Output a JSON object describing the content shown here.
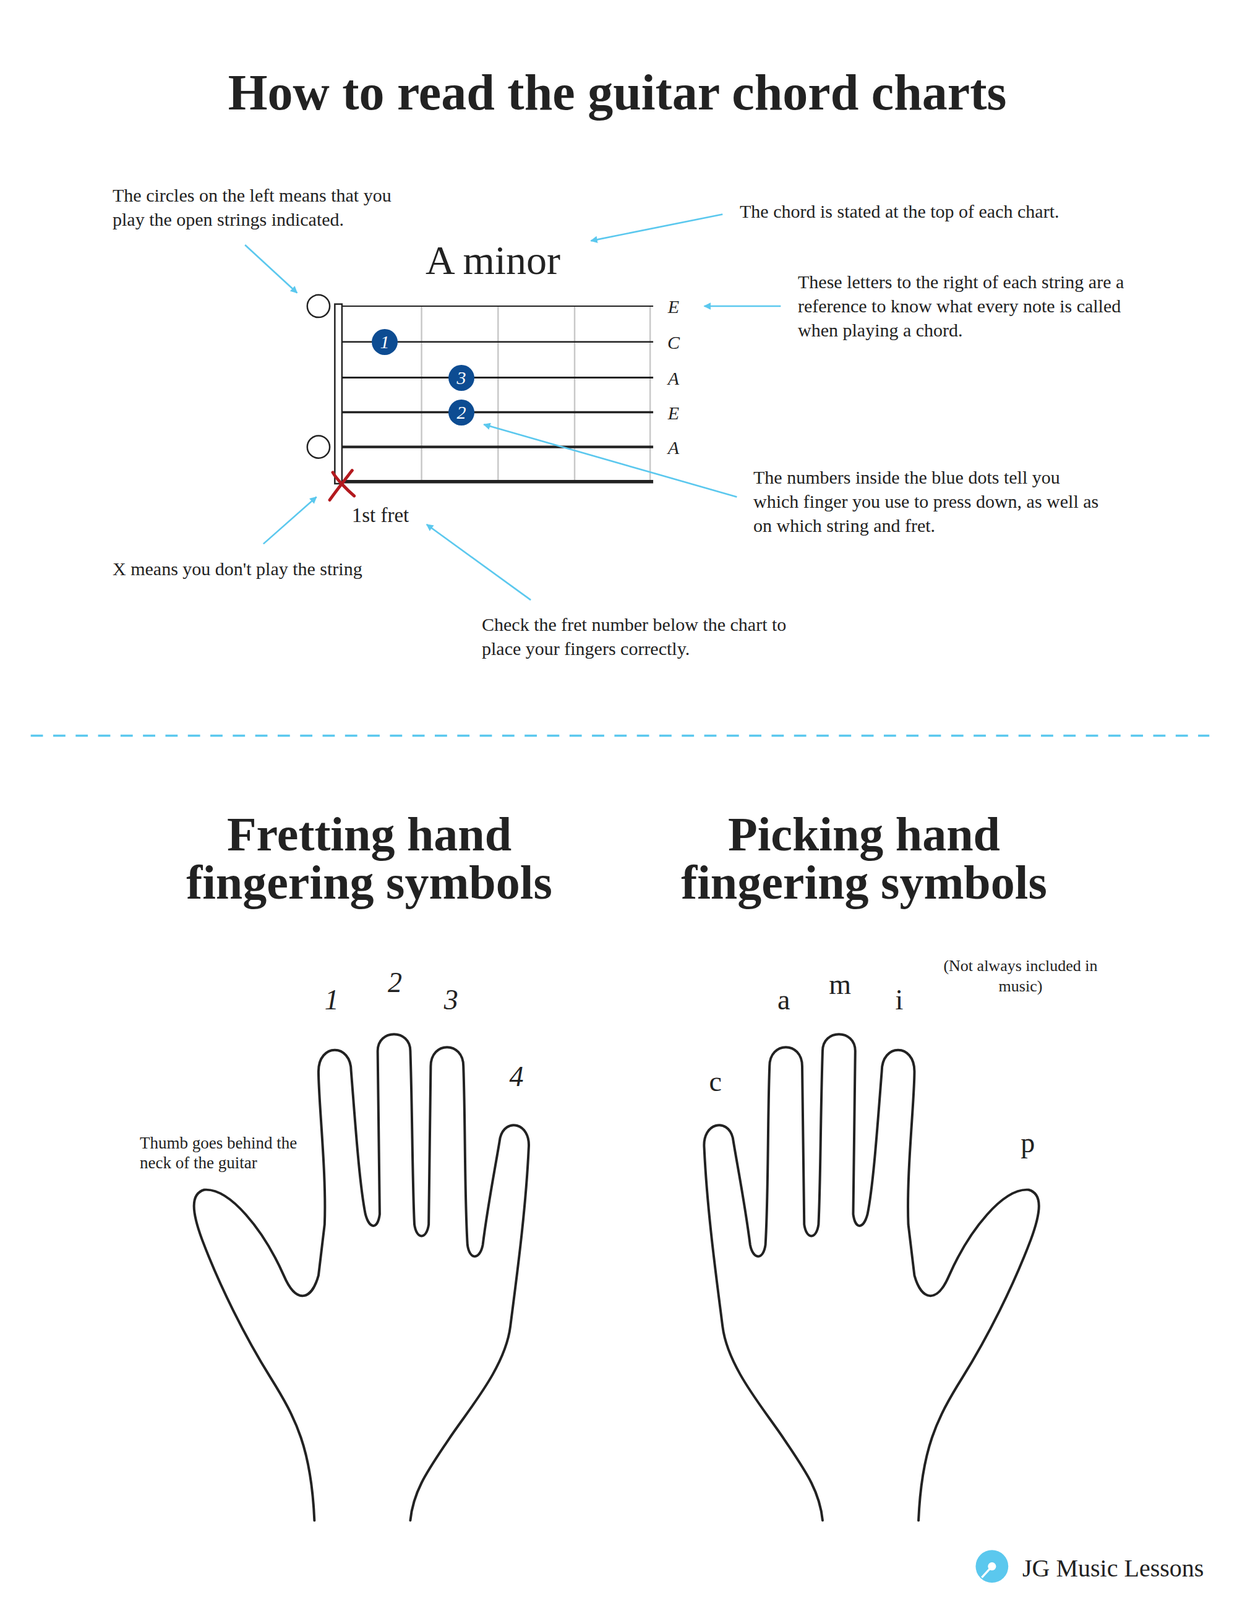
{
  "diagram": {
    "title": "How to read the guitar chord charts",
    "nodes": [
      {
        "text": [
          "1"
        ]
      },
      {
        "text": [
          "3"
        ]
      },
      {
        "text": [
          "2"
        ]
      }
    ],
    "labels": [
      "The circles on the left means that you play the open strings indicated.",
      "The chord is stated at the top of each chart.",
      "A minor",
      "These letters to the right of each string are a reference to know what every note is called when playing a chord.",
      "E",
      "C",
      "A",
      "E",
      "A",
      "The numbers inside the blue dots tell you which finger you use to press down, as well as on which string and fret.",
      "X means you don't play the string",
      "1st fret",
      "Check the fret number below the chart to place your fingers correctly.",
      "Fretting hand fingering symbols",
      "Picking hand fingering symbols",
      "1",
      "2",
      "3",
      "4",
      "Thumb goes behind the neck of the guitar",
      "c",
      "a",
      "m",
      "i",
      "p",
      "(Not always included in music)",
      "JG Music Lessons"
    ]
  }
}
